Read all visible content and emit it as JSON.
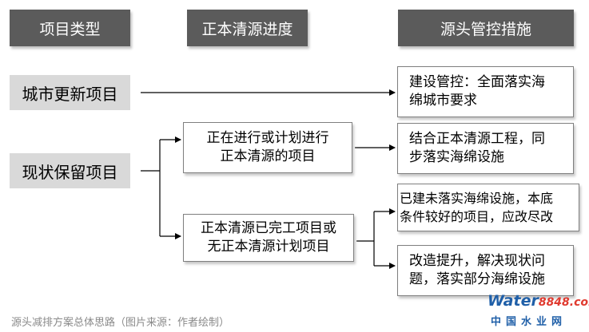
{
  "headers": {
    "project_type": "项目类型",
    "progress": "正本清源进度",
    "measures": "源头管控措施"
  },
  "left_nodes": {
    "urban_renewal": "城市更新项目",
    "retained": "现状保留项目"
  },
  "middle_nodes": {
    "ongoing_line1": "正在进行或计划进行",
    "ongoing_line2": "正本清源的项目",
    "done_line1": "正本清源已完工项目或",
    "done_line2": "无正本清源计划项目"
  },
  "right_nodes": {
    "r1_line1": "建设管控：全面落实海",
    "r1_line2": "绵城市要求",
    "r2_line1": "结合正本清源工程，同",
    "r2_line2": "步落实海绵设施",
    "r3_line1": "已建未落实海绵设施，本底",
    "r3_line2": "条件较好的项目，应改尽改",
    "r4_line1": "改造提升，解决现状问",
    "r4_line2": "题，落实部分海绵设施"
  },
  "caption": "源头减排方案总体思路（图片来源：作者绘制）",
  "watermark": {
    "brand": "Water",
    "number": "8848",
    "suffix": ".com",
    "cn": "中国水业网"
  },
  "colors": {
    "header_bg": "#5b5b5b",
    "node_bg": "#d9d9d9",
    "border": "#7f7f7f",
    "watermark_blue": "#1f5fa8",
    "watermark_red": "#e03a2f"
  }
}
